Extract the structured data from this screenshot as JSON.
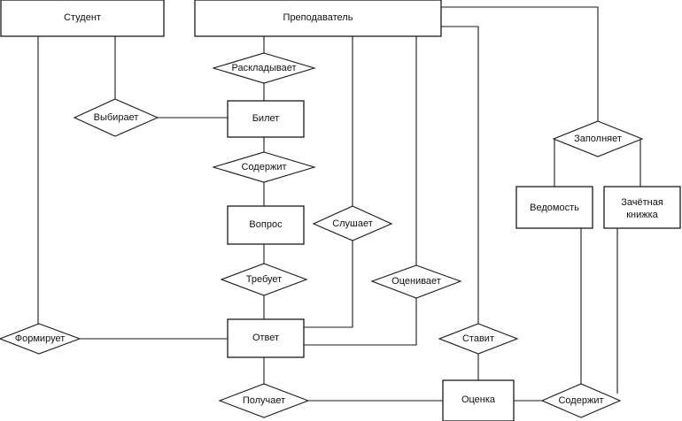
{
  "entities": {
    "student": "Студент",
    "teacher": "Преподаватель",
    "ticket": "Билет",
    "question": "Вопрос",
    "answer": "Ответ",
    "grade": "Оценка",
    "sheet": "Ведомость",
    "record_book_line1": "Зачётная",
    "record_book_line2": "книжка"
  },
  "relationships": {
    "lays_out": "Раскладывает",
    "chooses": "Выбирает",
    "contains_1": "Содержит",
    "listens": "Слушает",
    "evaluates": "Оценивает",
    "requires": "Требует",
    "forms": "Формирует",
    "puts": "Ставит",
    "receives": "Получает",
    "contains_2": "Содержит",
    "fills_in": "Заполняет"
  }
}
